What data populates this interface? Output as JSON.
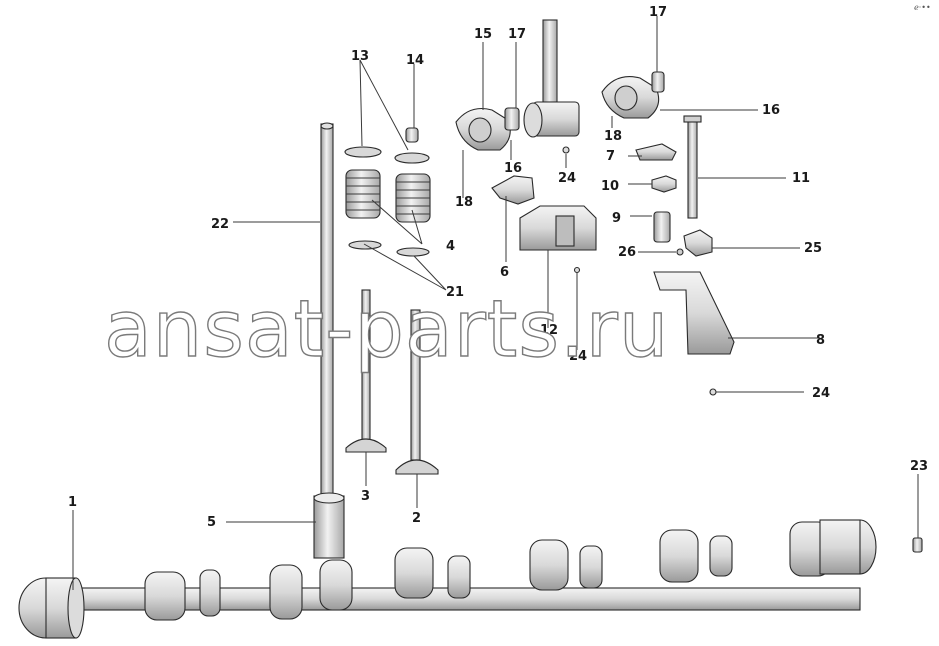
{
  "watermark": "ansat-parts.ru",
  "corner_mark": "ℯ·••",
  "callouts": {
    "c1": "1",
    "c2": "2",
    "c3": "3",
    "c4": "4",
    "c5": "5",
    "c6": "6",
    "c7": "7",
    "c8": "8",
    "c9": "9",
    "c10": "10",
    "c11": "11",
    "c12": "12",
    "c13": "13",
    "c14": "14",
    "c15": "15",
    "c16a": "16",
    "c16b": "16",
    "c17a": "17",
    "c17b": "17",
    "c18a": "18",
    "c18b": "18",
    "c21": "21",
    "c22": "22",
    "c23": "23",
    "c24a": "24",
    "c24b": "24",
    "c24c": "24",
    "c25": "25",
    "c26": "26"
  },
  "colors": {
    "ink": "#1a1a1a",
    "part_fill": "#e8e8e8",
    "part_shade": "#bdbdbd",
    "background": "#ffffff"
  }
}
